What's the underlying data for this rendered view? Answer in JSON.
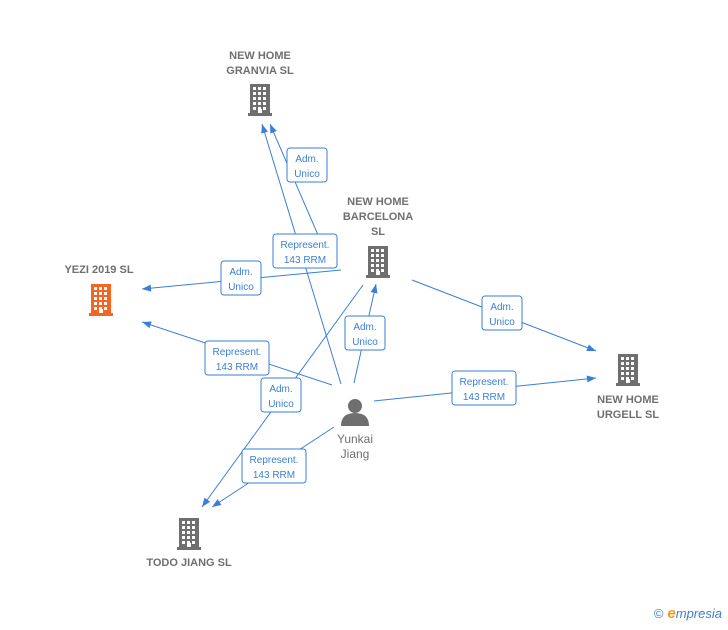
{
  "colors": {
    "edge": "#3a7fd5",
    "company": "#6f6f6f",
    "highlight": "#f26522",
    "person": "#6f6f6f"
  },
  "nodes": [
    {
      "id": "granvia",
      "type": "company",
      "icon": "building-icon",
      "lines": [
        "NEW HOME",
        "GRANVIA  SL"
      ]
    },
    {
      "id": "barcelona",
      "type": "company",
      "icon": "building-icon",
      "lines": [
        "NEW HOME",
        "BARCELONA",
        "SL"
      ]
    },
    {
      "id": "yezi",
      "type": "company-highlight",
      "icon": "building-icon",
      "lines": [
        "YEZI 2019  SL"
      ]
    },
    {
      "id": "urgell",
      "type": "company",
      "icon": "building-icon",
      "lines": [
        "NEW HOME",
        "URGELL  SL"
      ]
    },
    {
      "id": "todo",
      "type": "company",
      "icon": "building-icon",
      "lines": [
        "TODO JIANG SL"
      ]
    },
    {
      "id": "yunkai",
      "type": "person",
      "icon": "person-icon",
      "lines": [
        "Yunkai",
        "Jiang"
      ]
    }
  ],
  "edges": [
    {
      "id": "e1",
      "label": [
        "Adm.",
        "Unico"
      ]
    },
    {
      "id": "e2",
      "label": [
        "Represent.",
        "143 RRM"
      ]
    },
    {
      "id": "e3",
      "label": [
        "Adm.",
        "Unico"
      ]
    },
    {
      "id": "e4",
      "label": [
        "Represent.",
        "143 RRM"
      ]
    },
    {
      "id": "e5",
      "label": [
        "Adm.",
        "Unico"
      ]
    },
    {
      "id": "e6",
      "label": [
        "Adm.",
        "Unico"
      ]
    },
    {
      "id": "e7",
      "label": [
        "Represent.",
        "143 RRM"
      ]
    },
    {
      "id": "e8",
      "label": [
        "Adm.",
        "Unico"
      ]
    },
    {
      "id": "e9",
      "label": [
        "Represent.",
        "143 RRM"
      ]
    }
  ],
  "footer": {
    "copyright": "©",
    "brand_first": "e",
    "brand_rest": "mpresia"
  }
}
